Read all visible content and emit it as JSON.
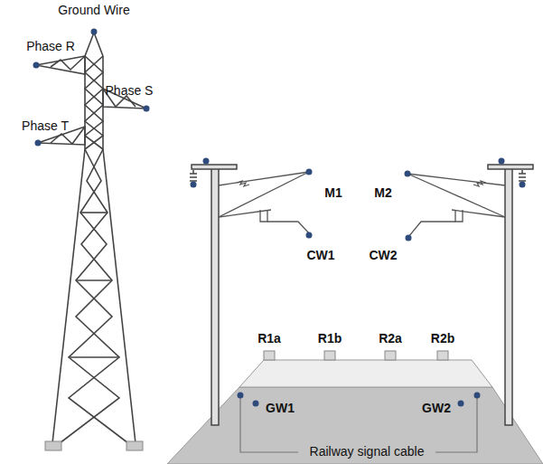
{
  "diagram": {
    "labels": [
      "Ground Wire",
      "Phase R",
      "Phase S",
      "Phase T",
      "M1",
      "M2",
      "CW1",
      "CW2",
      "R1a",
      "R1b",
      "R2a",
      "R2b",
      "GW1",
      "GW2",
      "Railway signal cable"
    ]
  }
}
